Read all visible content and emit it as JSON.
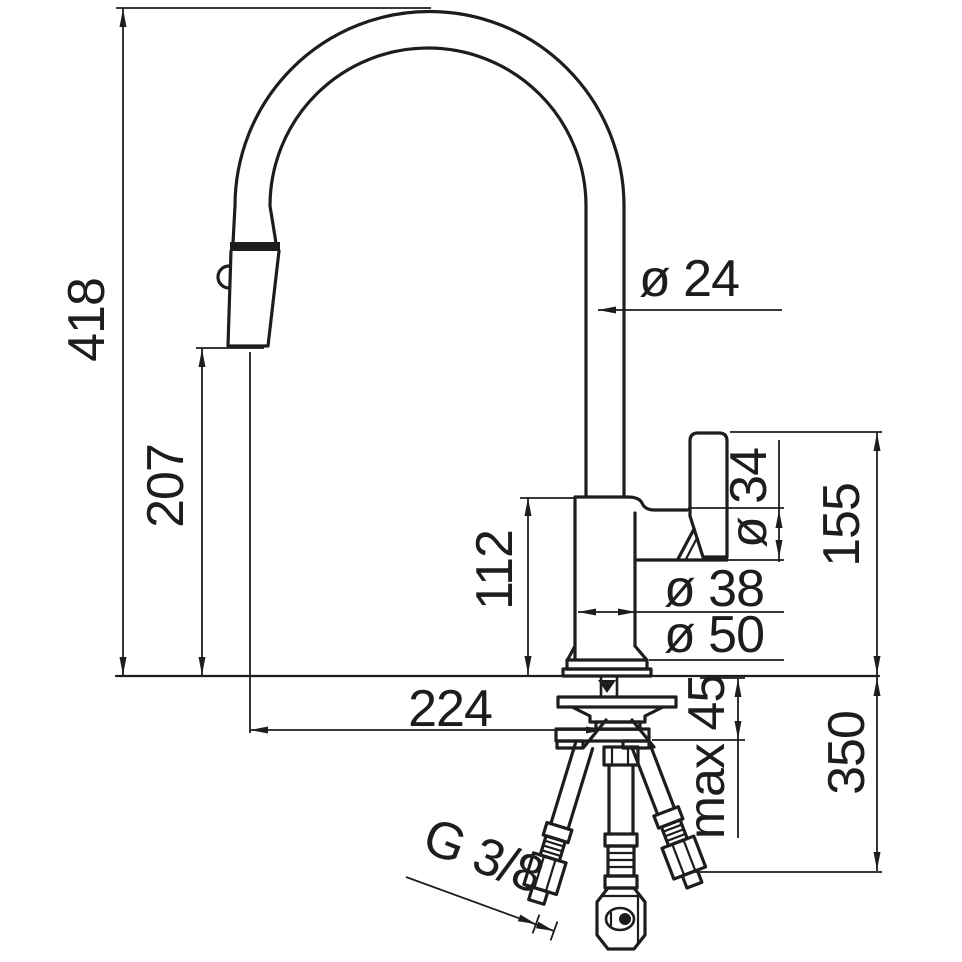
{
  "colors": {
    "ink": "#1d1d1d",
    "paper": "#ffffff"
  },
  "drawing": {
    "kind": "faucet installation diagram",
    "dimensions": {
      "total_height": "418",
      "spout_height": "207",
      "body_height": "112",
      "spout_pipe_diameter": "ø 24",
      "handle_diameter": "ø 34",
      "handle_top_height": "155",
      "body_diameter": "ø 38",
      "base_diameter": "ø 50",
      "spout_reach": "224",
      "max_counter_thickness": "max 45",
      "hose_drop": "350",
      "supply_thread": "G 3/8"
    }
  }
}
